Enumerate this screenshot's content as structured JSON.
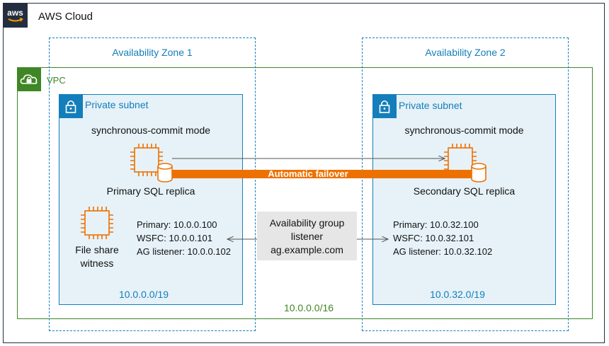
{
  "cloud": {
    "title": "AWS Cloud",
    "logo_text": "aws"
  },
  "zones": [
    {
      "label": "Availability Zone 1"
    },
    {
      "label": "Availability Zone 2"
    }
  ],
  "vpc": {
    "label": "VPC",
    "cidr": "10.0.0.0/16"
  },
  "subnets": [
    {
      "label": "Private subnet",
      "mode": "synchronous-commit  mode",
      "replica": "Primary SQL replica",
      "cidr": "10.0.0.0/19",
      "addresses": [
        "Primary: 10.0.0.100",
        "WSFC: 10.0.0.101",
        "AG listener: 10.0.0.102"
      ],
      "witness": [
        "File share",
        "witness"
      ]
    },
    {
      "label": "Private subnet",
      "mode": "synchronous-commit  mode",
      "replica": "Secondary SQL replica",
      "cidr": "10.0.32.0/19",
      "addresses": [
        "Primary: 10.0.32.100",
        "WSFC: 10.0.32.101",
        "AG listener: 10.0.32.102"
      ]
    }
  ],
  "listener": {
    "lines": [
      "Availability group",
      "listener",
      "ag.example.com"
    ]
  },
  "failover": {
    "label": "Automatic failover"
  },
  "colors": {
    "aws_dark": "#232f3e",
    "zone_blue": "#147eba",
    "vpc_green": "#3f8624",
    "subnet_fill": "#e6f2f8",
    "compute_orange": "#ed7100",
    "listener_gray": "#e6e6e6"
  },
  "icons": {
    "cloud_logo": "aws-logo-icon",
    "vpc": "vpc-cloud-lock-icon",
    "subnet": "padlock-icon",
    "instance": "ec2-instance-chip-icon",
    "database": "database-cylinder-icon"
  }
}
